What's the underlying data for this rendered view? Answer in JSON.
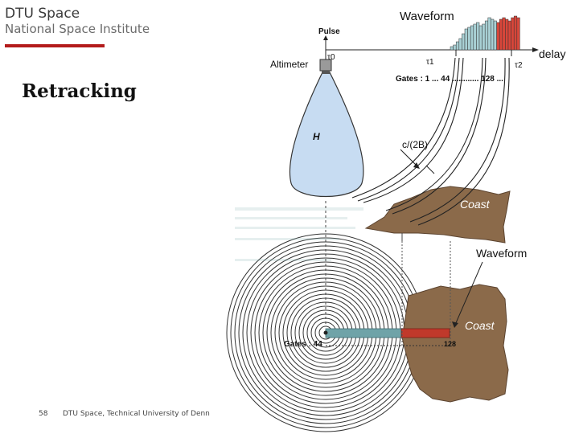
{
  "header": {
    "logo_line1": "DTU Space",
    "logo_line2": "National Space Institute",
    "rule_color": "#b31b1b"
  },
  "slide": {
    "title": "Retracking",
    "page_number": "58",
    "footer": "DTU Space, Technical University of Denn"
  },
  "diagram": {
    "waveform_title": "Waveform",
    "pulse_label": "Pulse",
    "tau0_label": "τ0",
    "tau1_label": "τ1",
    "tau2_label": "τ2",
    "delay_label": "delay",
    "altimeter_label": "Altimeter",
    "gates_top_label": "Gates :  1 ...  44 ............ 128  ...",
    "height_label": "H",
    "bandwidth_label": "c/(2B)",
    "coast_top_label": "Coast",
    "waveform_lower_label": "Waveform",
    "coast_bottom_label": "Coast",
    "gates_bottom_label": "Gates : 44",
    "gate_128_label": "128",
    "colors": {
      "footprint_fill": "#c7dcf2",
      "land_fill": "#8b6a4a",
      "water_gate_fill": "#6fa3a8",
      "coast_gate_fill": "#c0392b",
      "waveform_water_bar": "#a8d0d4",
      "waveform_coast_bar": "#d8463a"
    }
  }
}
